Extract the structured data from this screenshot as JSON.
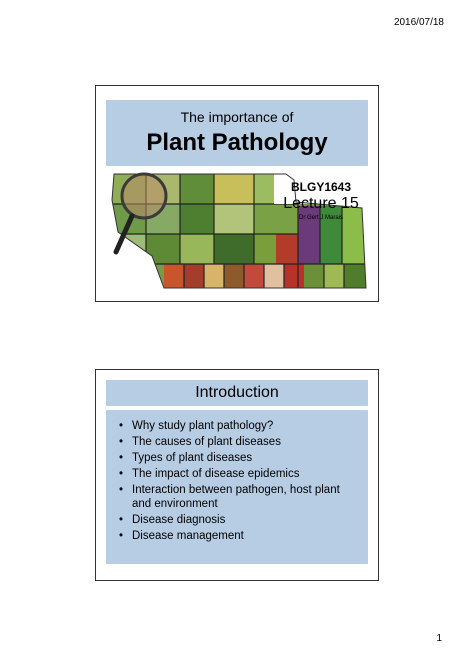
{
  "page": {
    "date": "2016/07/18",
    "number": "1"
  },
  "slide1": {
    "title_small": "The importance of",
    "title_big": "Plant Pathology",
    "course_code": "BLGY1643",
    "lecture": "Lecture 15",
    "author": "Dr Gert J Marais"
  },
  "slide2": {
    "heading": "Introduction",
    "bullets": [
      "Why study plant pathology?",
      "The causes of plant diseases",
      "Types of plant diseases",
      "The impact of disease epidemics",
      "Interaction between pathogen, host plant and environment",
      "Disease diagnosis",
      "Disease management"
    ]
  }
}
